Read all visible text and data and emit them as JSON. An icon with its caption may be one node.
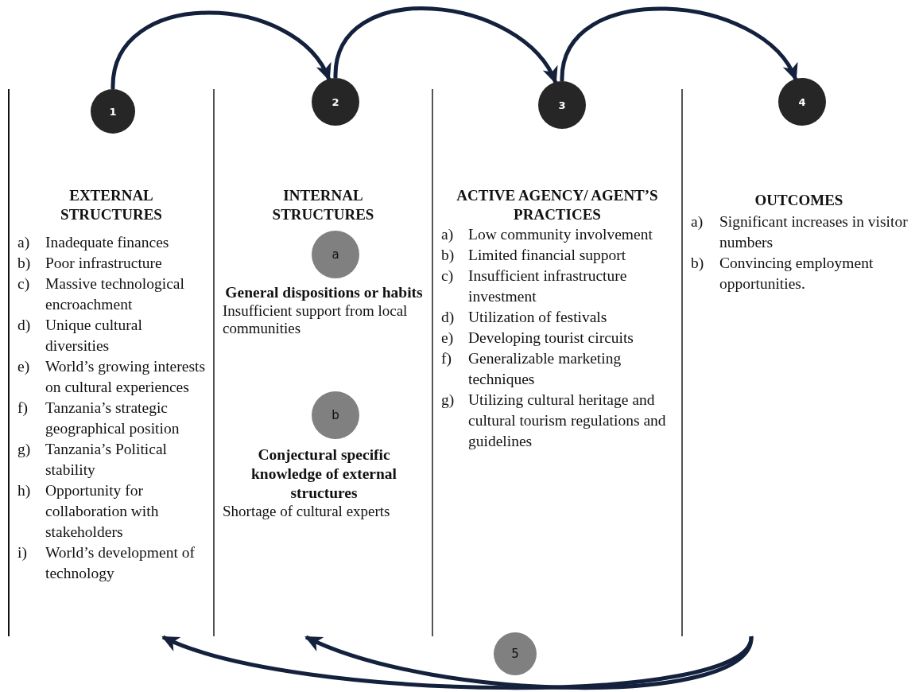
{
  "diagram": {
    "nodes": [
      {
        "text": [
          "EXTERNAL STRUCTURES",
          "a) Inadequate finances",
          "b) Poor infrastructure",
          "c) Massive technological encroachment",
          "d) Unique cultural diversities",
          "e) World’s growing interests on cultural experiences",
          "f) Tanzania’s strategic geographical position",
          "g) Tanzania’s Political stability",
          "h) Opportunity for collaboration with stakeholders",
          "i) World’s development of technology"
        ]
      },
      {
        "text": [
          "1"
        ],
        "in": 0
      },
      {
        "text": [
          "INTERNAL STRUCTURES"
        ]
      },
      {
        "text": [
          "2"
        ],
        "in": 2
      },
      {
        "text": [
          "a"
        ],
        "in": 2,
        "beside": [
          "General dispositions or habits",
          "Insufficient support from local communities"
        ]
      },
      {
        "text": [
          "b"
        ],
        "in": 2,
        "beside": [
          "Conjectural specific knowledge of external structures",
          "Shortage of cultural experts"
        ]
      },
      {
        "text": [
          "ACTIVE AGENCY/ AGENT’S PRACTICES",
          "a) Low community involvement",
          "b) Limited financial support",
          "c) Insufficient infrastructure investment",
          "d) Utilization of festivals",
          "e) Developing tourist circuits",
          "f) Generalizable marketing techniques",
          "g) Utilizing cultural heritage and cultural tourism regulations and guidelines"
        ]
      },
      {
        "text": [
          "3"
        ],
        "in": 6
      },
      {
        "text": [
          "OUTCOMES",
          "a) Significant increases in visitor numbers",
          "b) Convincing employment opportunities."
        ]
      },
      {
        "text": [
          "4"
        ],
        "in": 8
      },
      {
        "text": [
          "5"
        ]
      }
    ],
    "edges": [
      {
        "from": 1,
        "to": 3,
        "arrow": "to"
      },
      {
        "from": 3,
        "to": 7,
        "arrow": "to"
      },
      {
        "from": 7,
        "to": 9,
        "arrow": "to"
      },
      {
        "from": 8,
        "to": 0,
        "arrow": "to"
      },
      {
        "from": 8,
        "to": 2,
        "arrow": "to"
      }
    ]
  }
}
